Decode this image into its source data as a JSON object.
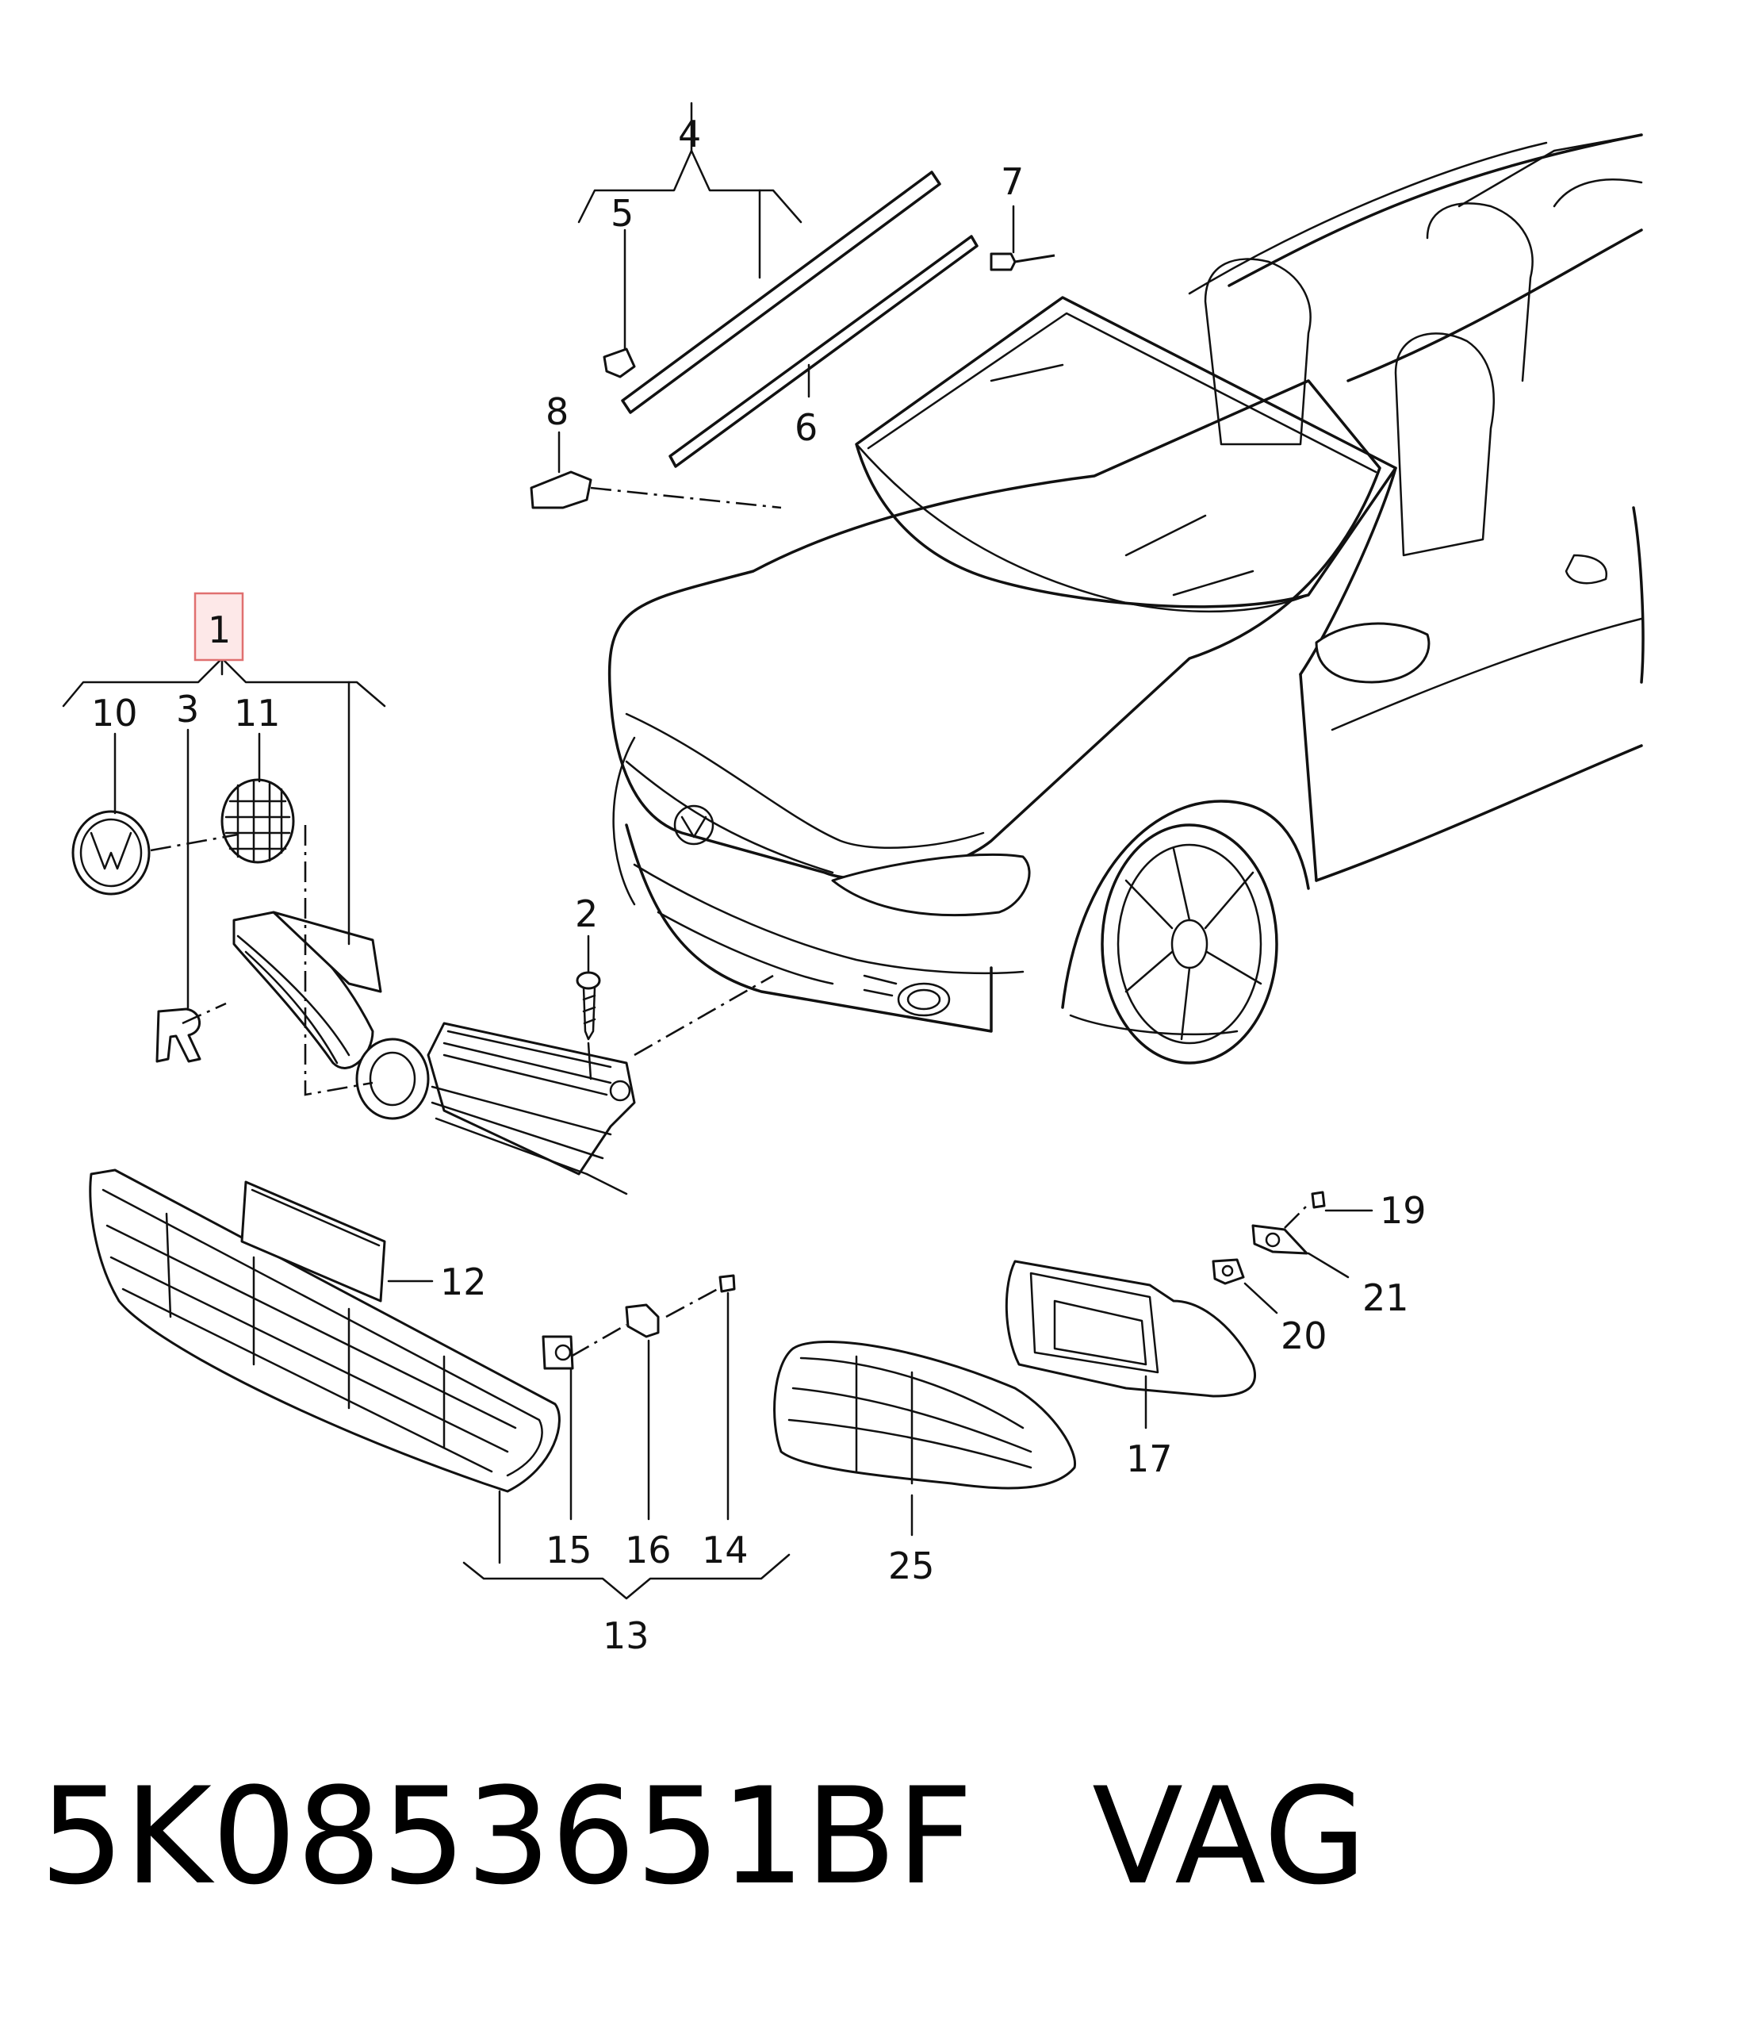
{
  "diagram": {
    "callouts": {
      "c1": "1",
      "c2": "2",
      "c3": "3",
      "c4": "4",
      "c5": "5",
      "c6": "6",
      "c7": "7",
      "c8": "8",
      "c10": "10",
      "c11": "11",
      "c12": "12",
      "c13": "13",
      "c14": "14",
      "c15": "15",
      "c16": "16",
      "c17": "17",
      "c19": "19",
      "c20": "20",
      "c21": "21",
      "c25": "25"
    },
    "highlighted_callout": "1",
    "highlight_color": "#e07070",
    "highlight_fill": "#fde8e8"
  },
  "footer": {
    "part_number": "5K0853651BF",
    "brand": "VAG"
  }
}
